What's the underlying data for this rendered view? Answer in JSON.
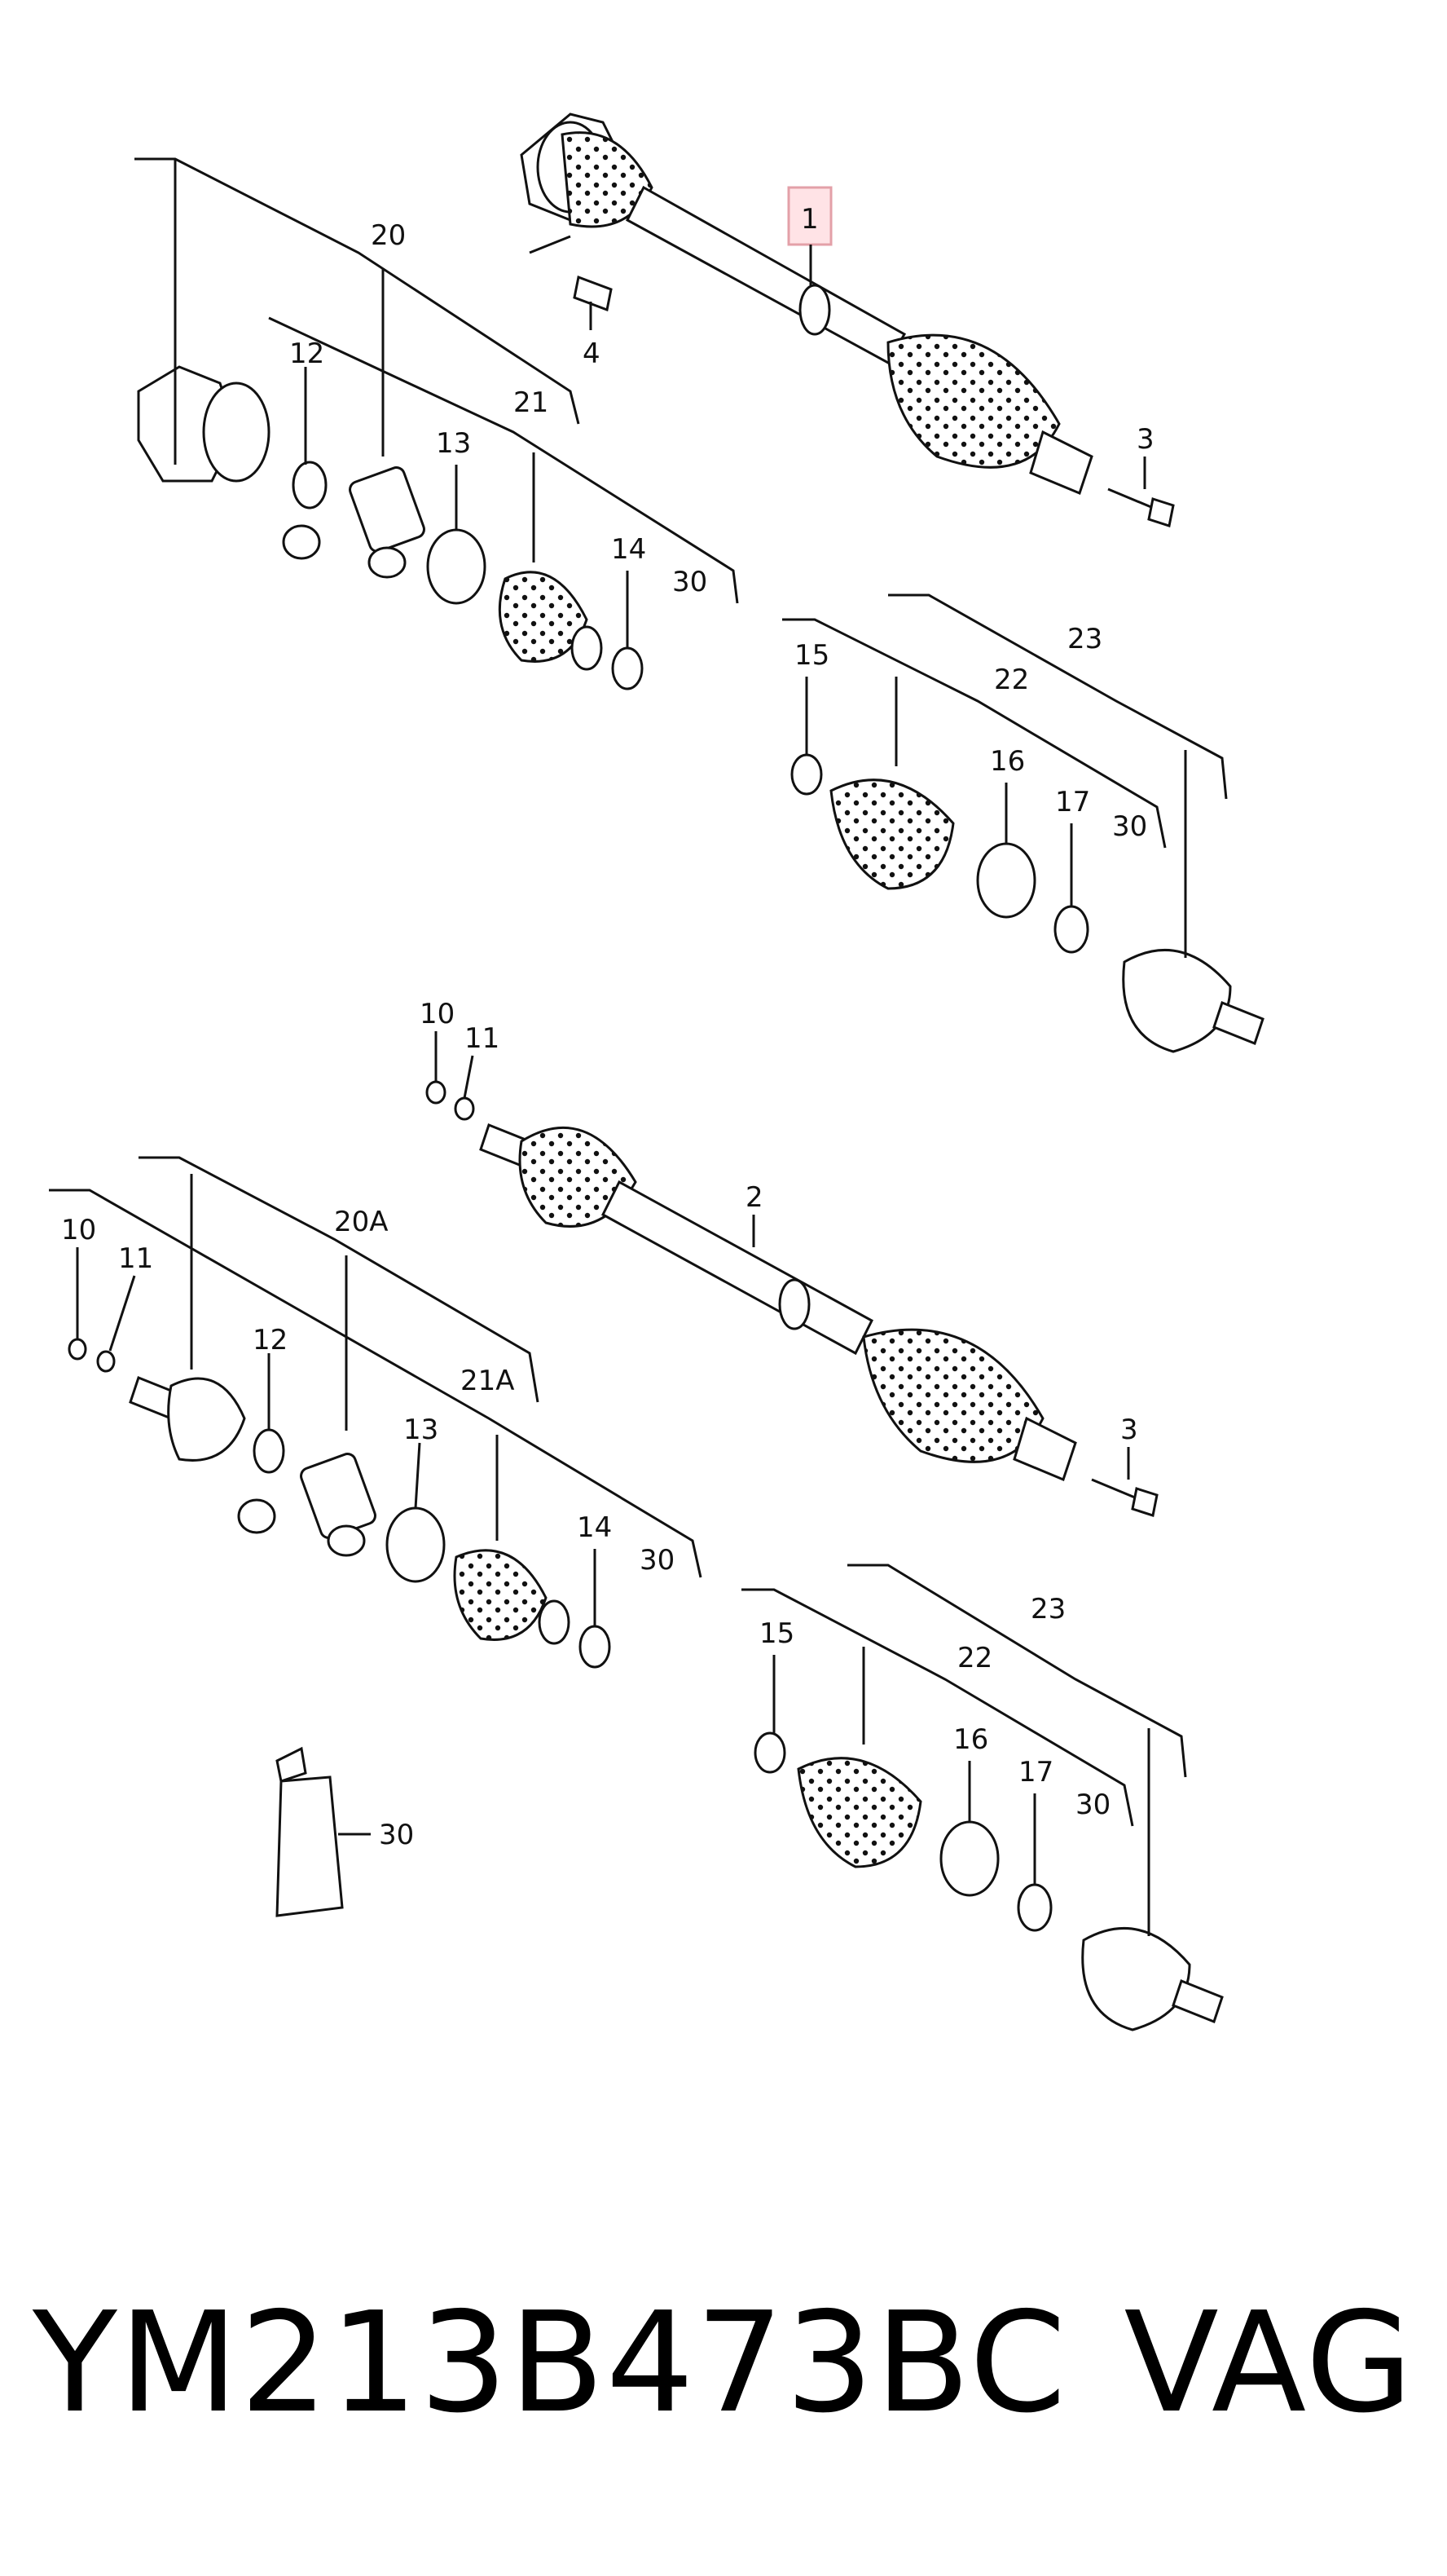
{
  "diagram": {
    "callouts": {
      "c1": "1",
      "c2": "2",
      "c3a": "3",
      "c3b": "3",
      "c4": "4",
      "c20": "20",
      "c20A": "20A",
      "c21": "21",
      "c21A": "21A",
      "c12a": "12",
      "c12b": "12",
      "c13a": "13",
      "c13b": "13",
      "c14a": "14",
      "c14b": "14",
      "c30a": "30",
      "c30b": "30",
      "c30c": "30",
      "c30d": "30",
      "c30e": "30",
      "c10a": "10",
      "c10b": "10",
      "c11a": "11",
      "c11b": "11",
      "c15a": "15",
      "c15b": "15",
      "c16a": "16",
      "c16b": "16",
      "c17a": "17",
      "c17b": "17",
      "c22a": "22",
      "c22b": "22",
      "c23a": "23",
      "c23b": "23"
    }
  },
  "footer": {
    "part_number": "YM213B473BC",
    "brand": "VAG"
  }
}
